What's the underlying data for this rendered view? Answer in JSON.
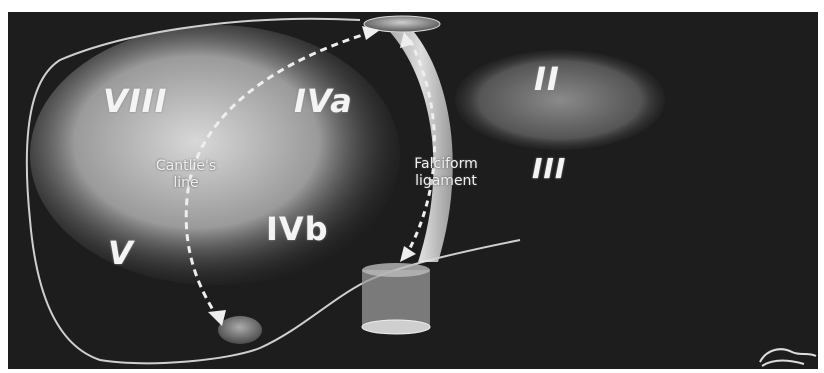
{
  "segments": {
    "viii": "VIII",
    "iva": "IVa",
    "v": "V",
    "ivb": "IVb",
    "ii": "II",
    "iii": "III"
  },
  "labels": {
    "cantlie_line1": "Cantlie's",
    "cantlie_line2": "line",
    "falciform_line1": "Falciform",
    "falciform_line2": "ligament"
  },
  "colors": {
    "background": "#1d1d1d",
    "text": "#f4f4f4",
    "liver_glow": "#d9d9d9"
  },
  "icons": [
    "cantlie-line-arrow-icon",
    "falciform-ligament-arrow-icon",
    "logo-icon"
  ]
}
